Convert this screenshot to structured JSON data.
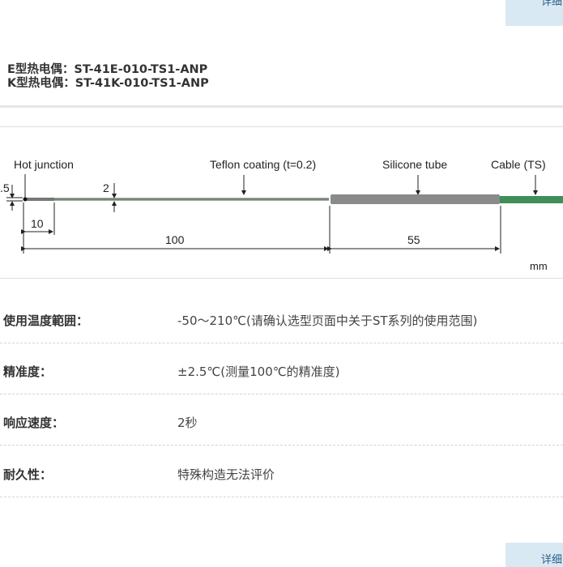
{
  "buttons": {
    "detail_top": "详细",
    "detail_bottom": "详细"
  },
  "models": [
    "E型热电偶：ST-41E-010-TS1-ANP",
    "K型热电偶：ST-41K-010-TS1-ANP"
  ],
  "diagram": {
    "labels": {
      "hot_junction": "Hot junction",
      "teflon": "Teflon coating (t=0.2)",
      "silicone": "Silicone tube",
      "cable": "Cable (TS)"
    },
    "dims": {
      "d1": ".5",
      "d2": "2",
      "l10": "10",
      "l100": "100",
      "l55": "55",
      "unit": "mm"
    },
    "colors": {
      "cable": "#3f8f5a",
      "tube": "#8a8a8a",
      "coating": "#9fb0a0"
    }
  },
  "specs": [
    {
      "label": "使用温度範囲：",
      "value": "-50～210℃(请确认选型页面中关于ST系列的使用范围)"
    },
    {
      "label": "精准度：",
      "value": "±2.5℃(测量100℃的精准度)"
    },
    {
      "label": "响应速度：",
      "value": "2秒"
    },
    {
      "label": "耐久性：",
      "value": "特殊构造无法评价"
    }
  ]
}
